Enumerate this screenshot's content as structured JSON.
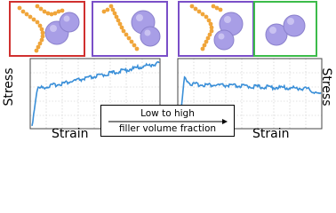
{
  "panels": [
    {
      "id": "panel-1",
      "border_color": "#d0302f",
      "chain": true,
      "particles": 2
    },
    {
      "id": "panel-2",
      "border_color": "#7a4fc8",
      "chain": true,
      "particles": 2
    },
    {
      "id": "panel-3",
      "border_color": "#7a4fc8",
      "chain": true,
      "particles": 2
    },
    {
      "id": "panel-4",
      "border_color": "#3cbc4a",
      "chain": false,
      "particles": 2
    }
  ],
  "colors": {
    "particle": "#a89ee6",
    "chain": "#f0a53a",
    "curve": "#3a8fd8",
    "grid": "#bdbdbd"
  },
  "plots": {
    "left": {
      "xlabel": "Strain",
      "ylabel": "Stress"
    },
    "right": {
      "xlabel": "Strain",
      "ylabel": "Stress"
    }
  },
  "callout": {
    "line1": "Low to high",
    "line2": "filler volume fraction",
    "arrow_icon": "right-arrow-icon"
  }
}
